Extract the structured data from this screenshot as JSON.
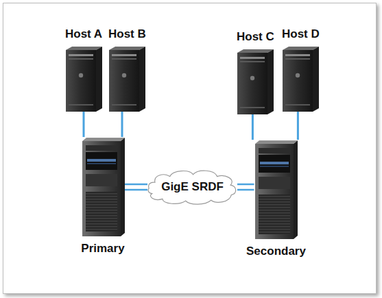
{
  "diagram": {
    "nodes": [
      {
        "text": [
          "Host A"
        ]
      },
      {
        "text": [
          "Host B"
        ]
      },
      {
        "text": [
          "Host C"
        ]
      },
      {
        "text": [
          "Host D"
        ]
      },
      {
        "text": [
          "Primary"
        ]
      },
      {
        "text": [
          "GigE SRDF"
        ]
      },
      {
        "text": [
          "Secondary"
        ]
      }
    ],
    "edges": [
      {
        "from": 0,
        "to": 4,
        "arrow": "none"
      },
      {
        "from": 1,
        "to": 4,
        "arrow": "none"
      },
      {
        "from": 2,
        "to": 6,
        "arrow": "none"
      },
      {
        "from": 3,
        "to": 6,
        "arrow": "none"
      },
      {
        "from": 4,
        "to": 5,
        "arrow": "none"
      },
      {
        "from": 5,
        "to": 6,
        "arrow": "none"
      }
    ]
  }
}
